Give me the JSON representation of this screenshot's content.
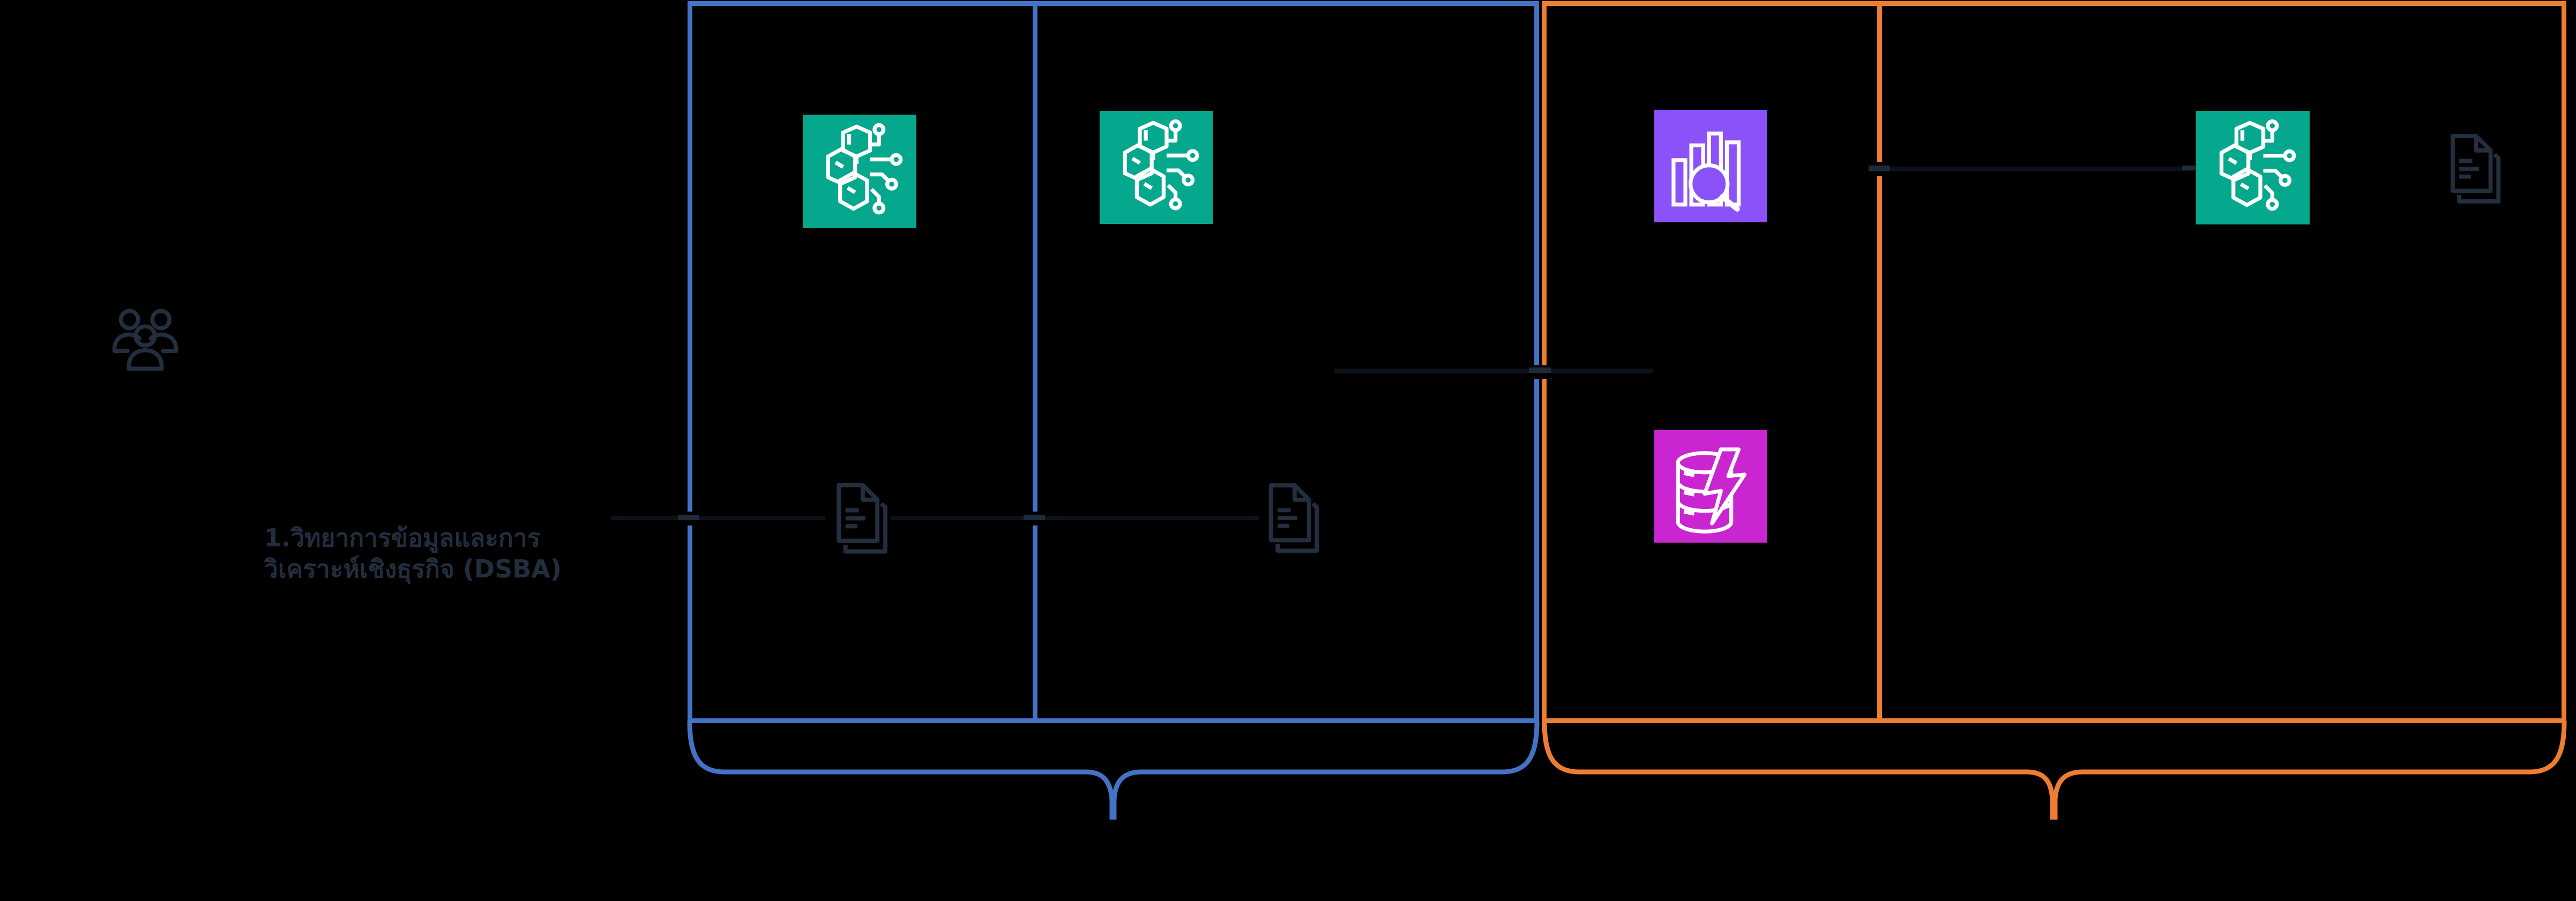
{
  "canvas": {
    "background": "#000000"
  },
  "actor": {
    "icon": "users-icon",
    "label": [
      "1.วิทยาการข้อมูลและการ",
      "วิเคราะห์เชิงธุรกิจ (DSBA)"
    ]
  },
  "groups": [
    {
      "name": "blue-group",
      "accent_color": "#4472C4",
      "panels": [
        {
          "icons": [
            "machine-learning-icon",
            "documents-icon"
          ]
        },
        {
          "icons": [
            "machine-learning-icon",
            "documents-icon"
          ]
        }
      ]
    },
    {
      "name": "orange-group",
      "accent_color": "#ED7D31",
      "panels": [
        {
          "icons": [
            "analytics-search-icon",
            "database-lightning-icon"
          ]
        },
        {
          "icons": [
            "machine-learning-icon",
            "documents-icon"
          ]
        }
      ]
    }
  ],
  "icon_colors": {
    "machine_learning_bg": "#05A88C",
    "analytics_bg": "#8C52FA",
    "database_bg": "#C925D1",
    "outline_navy": "#232F3E",
    "icon_glyph": "#FFFFFF"
  }
}
